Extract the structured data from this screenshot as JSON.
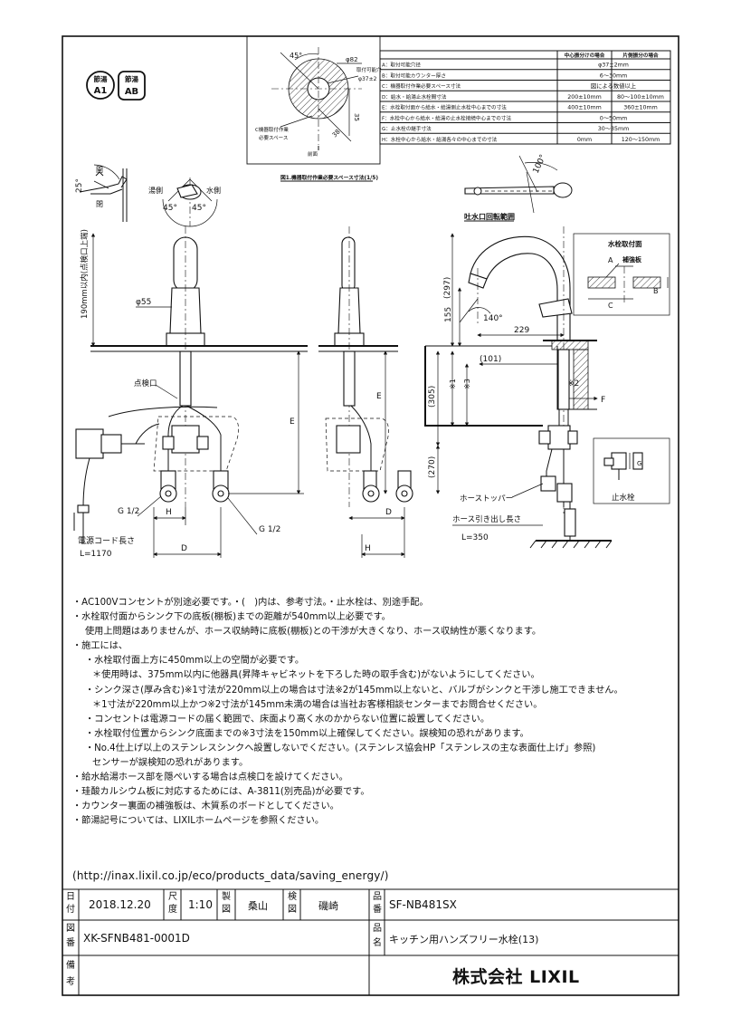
{
  "badges": [
    {
      "top": "節湯",
      "bottom": "A1"
    },
    {
      "top": "節湯",
      "bottom": "AB"
    }
  ],
  "spec_table": {
    "col_headers": [
      "中心振分けの場合",
      "片側振分の場合"
    ],
    "rows": [
      {
        "label": "A：取付可能穴径",
        "val1": "φ37±2mm",
        "val2": ""
      },
      {
        "label": "B：取付可能カウンター厚さ",
        "val1": "6～30mm",
        "val2": ""
      },
      {
        "label": "C：機器取付作業必要スペース寸法",
        "val1": "図による数値以上",
        "val2": ""
      },
      {
        "label": "D：給水・給湯止水栓間寸法",
        "val1": "200±10mm",
        "val2": "80～100±10mm"
      },
      {
        "label": "E：水栓取付面から給水・給湯側止水栓中心までの寸法",
        "val1": "400±10mm",
        "val2": "360±10mm"
      },
      {
        "label": "F：水栓中心から給水・給湯の止水栓接続中心までの寸法",
        "val1": "0～50mm",
        "val2": ""
      },
      {
        "label": "G：止水栓の継手寸法",
        "val1": "30～35mm",
        "val2": ""
      },
      {
        "label": "H：水栓中心から給水・給湯各々の中心までの寸法",
        "val1": "0mm",
        "val2": "120～150mm"
      }
    ]
  },
  "detail": {
    "angle": "45°",
    "dia_outer": "φ82",
    "hole_label": "取付可能穴",
    "hole_dia": "φ37±2",
    "dim_35": "35",
    "dim_38": "38",
    "space_label_1": "C機器取付作業",
    "space_label_2": "必要スペース",
    "front_label": "前面",
    "caption": "図1.機器取付作業必要スペース寸法(1/5)"
  },
  "lever": {
    "deg": "25°",
    "open": "開",
    "close": "閉",
    "hot": "湯側",
    "cold": "水側",
    "left_deg": "45°",
    "right_deg": "45°"
  },
  "rotation": {
    "deg": "100°",
    "label": "吐水口回転範囲"
  },
  "front_view": {
    "vertical_label": "190mm以内(点検口上端)",
    "dia": "φ55",
    "inspection": "点検口",
    "g_left": "G 1/2",
    "g_right": "G 1/2",
    "h": "H",
    "d": "D",
    "e": "E",
    "cord_label": "電源コード長さ",
    "cord_len": "L=1170"
  },
  "side_view": {
    "e": "E",
    "d": "D",
    "h": "H"
  },
  "section": {
    "install_surface": "水栓取付面",
    "reinforce": "補強板",
    "a": "A",
    "b": "B",
    "c": "C",
    "d297": "(297)",
    "d155": "155",
    "d229": "229",
    "angle": "140°",
    "d101": "(101)",
    "d305": "(305)",
    "star1": "※1",
    "star3": "※3",
    "star2": "※2",
    "f": "F",
    "d270": "(270)",
    "hose_stopper": "ホーストッパー",
    "hose_len_label": "ホース引き出し長さ",
    "hose_len": "L=350",
    "g": "G",
    "stop_valve": "止水栓"
  },
  "notes": [
    {
      "indent": 0,
      "text": "・AC100Vコンセントが別途必要です。・(　)内は、参考寸法。・止水栓は、別途手配。"
    },
    {
      "indent": 0,
      "text": "・水栓取付面からシンク下の底板(棚板)までの距離が540mm以上必要です。"
    },
    {
      "indent": 1,
      "text": "使用上問題はありませんが、ホース収納時に底板(棚板)との干渉が大きくなり、ホース収納性が悪くなります。"
    },
    {
      "indent": 0,
      "text": "・施工には、"
    },
    {
      "indent": 1,
      "text": "・水栓取付面上方に450mm以上の空間が必要です。"
    },
    {
      "indent": 2,
      "text": "＊使用時は、375mm以内に他器具(昇降キャビネットを下ろした時の取手含む)がないようにしてください。"
    },
    {
      "indent": 1,
      "text": "・シンク深さ(厚み含む)※1寸法が220mm以上の場合は寸法※2が145mm以上ないと、バルブがシンクと干渉し施工できません。"
    },
    {
      "indent": 2,
      "text": "＊1寸法が220mm以上かつ※2寸法が145mm未満の場合は当社お客様相談センターまでお問合せください。"
    },
    {
      "indent": 1,
      "text": "・コンセントは電源コードの届く範囲で、床面より高く水のかからない位置に設置してください。"
    },
    {
      "indent": 1,
      "text": "・水栓取付位置からシンク底面までの※3寸法を150mm以上確保してください。誤検知の恐れがあります。"
    },
    {
      "indent": 1,
      "text": "・No.4仕上げ以上のステンレスシンクへ設置しないでください。(ステンレス協会HP「ステンレスの主な表面仕上げ」参照)"
    },
    {
      "indent": 2,
      "text": "センサーが誤検知の恐れがあります。"
    },
    {
      "indent": 0,
      "text": "・給水給湯ホース部を隠ぺいする場合は点検口を設けてください。"
    },
    {
      "indent": 0,
      "text": "・珪酸カルシウム板に対応するためには、A-3811(別売品)が必要です。"
    },
    {
      "indent": 0,
      "text": "・カウンター裏面の補強板は、木質系のボードとしてください。"
    },
    {
      "indent": 0,
      "text": "・節湯記号については、LIXILホームページを参照ください。"
    }
  ],
  "url": "(http://inax.lixil.co.jp/eco/products_data/saving_energy/)",
  "title_block": {
    "date_label": "日付",
    "date": "2018.12.20",
    "scale_label": "尺度",
    "scale": "1:10",
    "drawn_label": "製図",
    "drawn": "桑山",
    "checked_label": "検図",
    "checked": "磯崎",
    "product_no_label": "品番",
    "product_no": "SF-NB481SX",
    "drawing_no_label": "図番",
    "drawing_no": "XK-SFNB481-0001D",
    "product_name_label": "品名",
    "product_name": "キッチン用ハンズフリー水栓(13)",
    "remarks_label": "備考",
    "company": "株式会社 LIXIL"
  }
}
